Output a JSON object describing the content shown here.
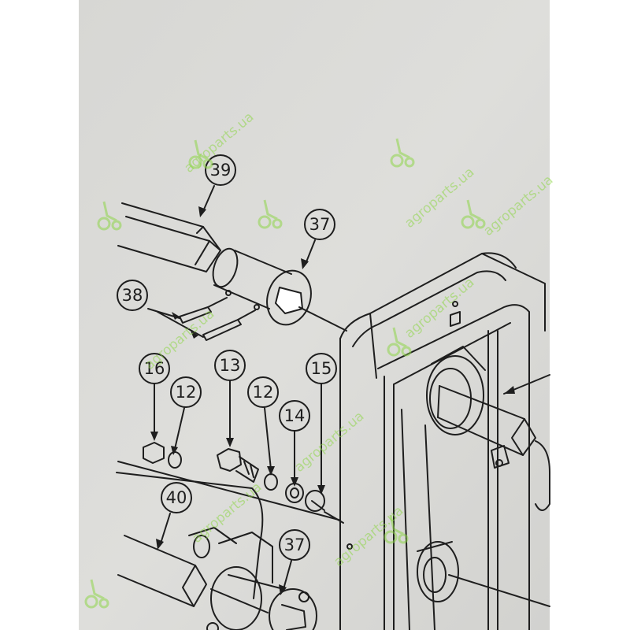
{
  "callouts": {
    "c39": "39",
    "c37_top": "37",
    "c38": "38",
    "c16": "16",
    "c12_left": "12",
    "c13": "13",
    "c12_right": "12",
    "c14": "14",
    "c15": "15",
    "c40": "40",
    "c37_bottom": "37"
  },
  "watermark": {
    "text": "agroparts.ua",
    "color": "#8fd64a"
  },
  "colors": {
    "paper": "#dcdcd8",
    "line": "#1e1e1e",
    "margin": "#ffffff"
  }
}
